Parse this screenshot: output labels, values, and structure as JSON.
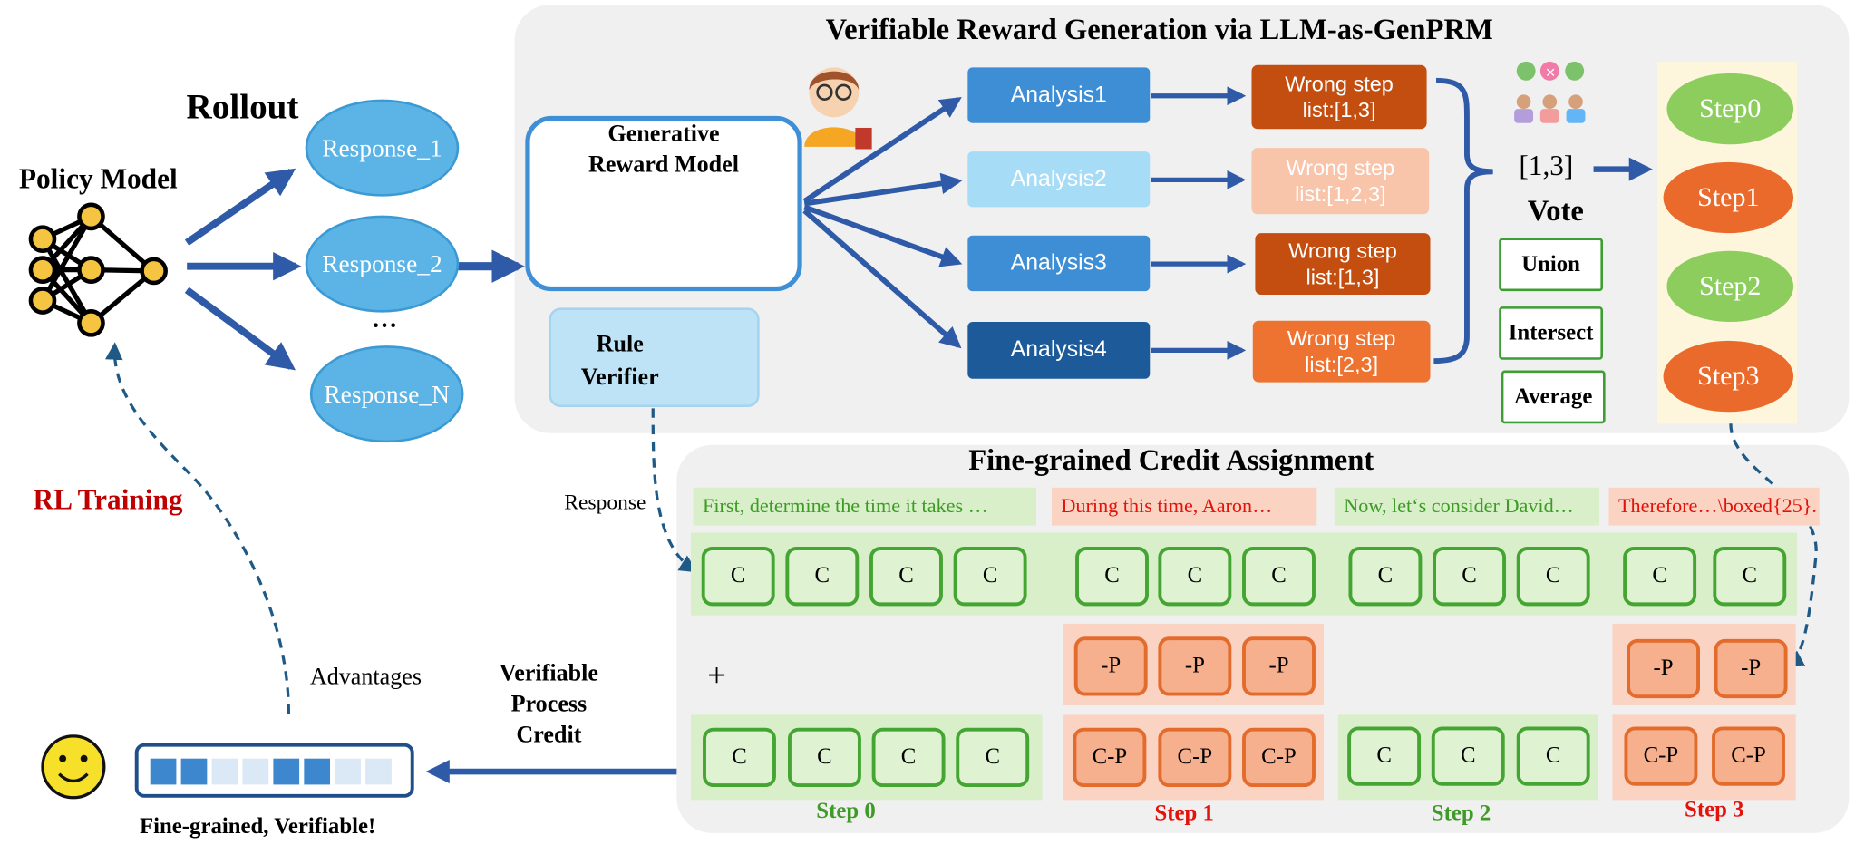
{
  "title_main": "Verifiable Reward Generation via LLM-as-GenPRM",
  "title_rollout": "Rollout",
  "title_policy": "Policy Model",
  "title_credit": "Fine-grained Credit Assignment",
  "responses": [
    "Response_1",
    "Response_2",
    "···",
    "Response_N"
  ],
  "grm_label": "Generative\nReward Model",
  "rule_label": "Rule\nVerifier",
  "analyses": [
    "Analysis1",
    "Analysis2",
    "Analysis3",
    "Analysis4"
  ],
  "wrong_lists": [
    "Wrong step\nlist:[1,3]",
    "Wrong step\nlist:[1,2,3]",
    "Wrong step\nlist:[1,3]",
    "Wrong step\nlist:[2,3]"
  ],
  "vote_result": "[1,3]",
  "vote_title": "Vote",
  "vote_options": [
    "Union",
    "Intersect",
    "Average"
  ],
  "steps": [
    "Step0",
    "Step1",
    "Step2",
    "Step3"
  ],
  "rl_training": "RL Training",
  "response_arrow_label": "Response",
  "advantages_label": "Advantages",
  "vpc_label": "Verifiable\nProcess\nCredit",
  "fine_grained_label": "Fine-grained,  Verifiable!",
  "plus_sign": "+",
  "step_texts": [
    "First, determine the time it takes …",
    "During this time, Aaron…",
    "Now, let‘s consider David…",
    "Therefore…\\boxed{25}."
  ],
  "credit_top_label": "C",
  "penalty_label": "-P",
  "credit_minus_label": "C-P",
  "step_labels": [
    "Step 0",
    "Step 1",
    "Step 2",
    "Step 3"
  ],
  "colors": {
    "arrow_blue": "#2e5aa8",
    "correct_green": "#44a532",
    "wrong_red": "#e3120b",
    "rl_red": "#c00000"
  }
}
